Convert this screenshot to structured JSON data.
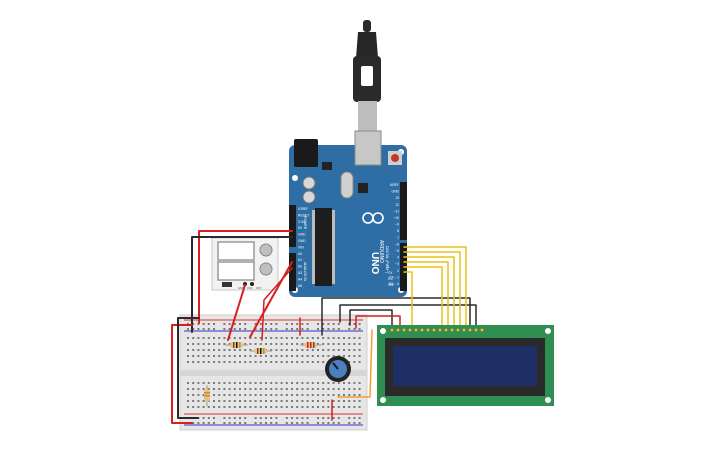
{
  "arduino": {
    "brand_vertical": "ARDUINO",
    "model": "UNO",
    "left_header_labels": [
      "IOREF",
      "RESET",
      "3.3V",
      "5V",
      "GND",
      "GND",
      "VIN",
      "A0",
      "A1",
      "A2",
      "A3",
      "A4",
      "A5"
    ],
    "left_group_labels": {
      "power": "POWER",
      "analog": "ANALOG IN"
    },
    "right_header_labels": [
      "AREF",
      "GND",
      "13",
      "12",
      "~11",
      "~10",
      "~9",
      "8",
      "7",
      "~6",
      "~5",
      "4",
      "~3",
      "2",
      "TX→1",
      "RX←0"
    ],
    "right_group_label": "DIGITAL (PWM~)",
    "indicator_labels": [
      "L",
      "TX",
      "RX",
      "ON"
    ]
  },
  "sensor_module": {
    "pin_labels": [
      "GND",
      "VCC",
      "OUT"
    ]
  },
  "components": {
    "usb_cable": "usb-cable",
    "breadboard": "breadboard",
    "lcd": "lcd-16x2",
    "potentiometer": "potentiometer"
  },
  "colors": {
    "arduino_board": "#2f6ea4",
    "wire_red": "#d61f1f",
    "wire_black": "#2a2a2a",
    "wire_yellow": "#e8c21a",
    "wire_orange": "#f0a030",
    "lcd_pcb": "#2f8f52",
    "lcd_screen": "#1f2f66",
    "breadboard": "#e6e6e6"
  }
}
